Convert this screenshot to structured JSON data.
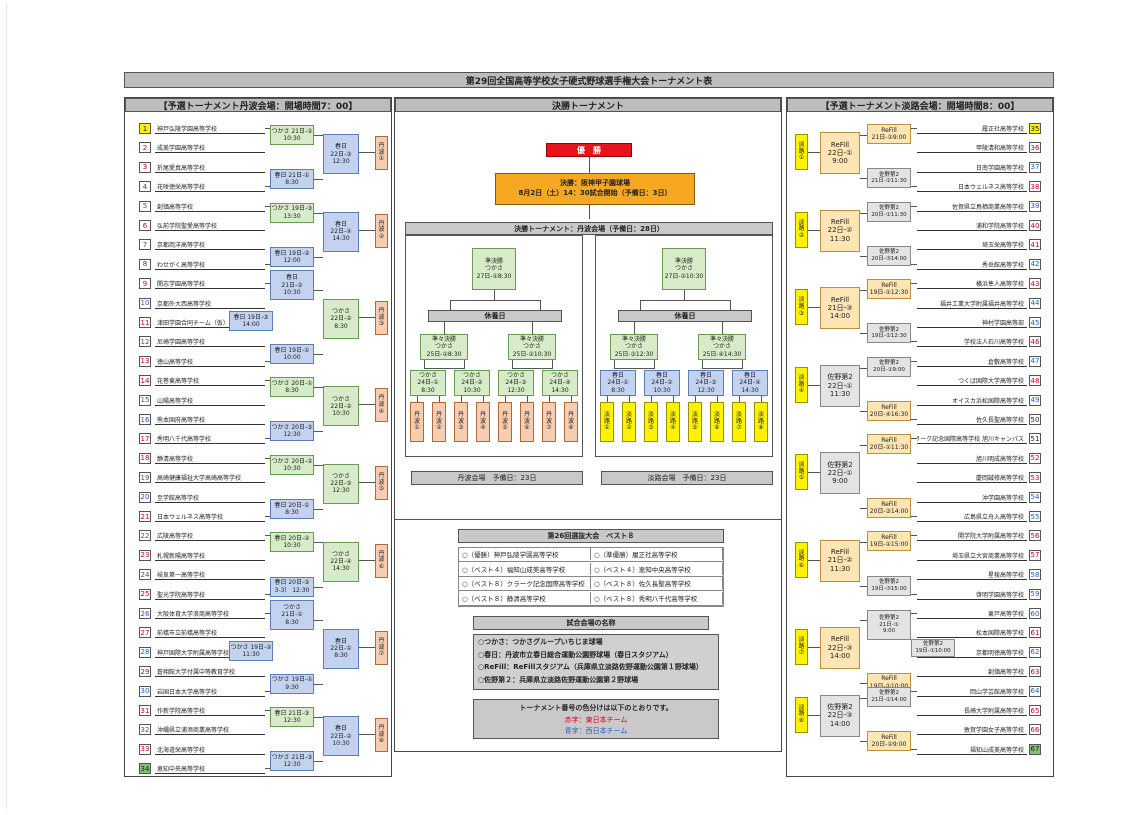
{
  "title": "第29回全国高等学校女子硬式野球選手権大会トーナメント表",
  "left_header": "【予選トーナメント丹波会場：開場時間7：00】",
  "center_header": "決勝トーナメント",
  "right_header": "【予選トーナメント淡路会場：開場時間8：00】",
  "left_schools": [
    {
      "n": "1",
      "name": "神戸弘陵学園高等学校",
      "c": "yel"
    },
    {
      "n": "2",
      "name": "成美学園高等学校",
      "c": "red"
    },
    {
      "n": "3",
      "name": "折尾愛真高等学校",
      "c": "red"
    },
    {
      "n": "4",
      "name": "花咲徳栄高等学校",
      "c": "red"
    },
    {
      "n": "5",
      "name": "創価高等学校",
      "c": "blue"
    },
    {
      "n": "6",
      "name": "弘前学院聖愛高等学校",
      "c": "red"
    },
    {
      "n": "7",
      "name": "京都両洋高等学校",
      "c": "blue"
    },
    {
      "n": "8",
      "name": "わせがく高等学校",
      "c": "red"
    },
    {
      "n": "9",
      "name": "開志学園高等学校",
      "c": "red"
    },
    {
      "n": "10",
      "name": "京都外大西高等学校",
      "c": "blue"
    },
    {
      "n": "11",
      "name": "津田学園合同チーム（仮）",
      "c": "red"
    },
    {
      "n": "12",
      "name": "尼崎学園高等学校",
      "c": "blue"
    },
    {
      "n": "13",
      "name": "徳山高等学校",
      "c": "red"
    },
    {
      "n": "14",
      "name": "花巻東高等学校",
      "c": "red"
    },
    {
      "n": "15",
      "name": "山陽高等学校",
      "c": "blue"
    },
    {
      "n": "16",
      "name": "熊本国府高等学校",
      "c": "blue"
    },
    {
      "n": "17",
      "name": "秀明八千代高等学校",
      "c": "red"
    },
    {
      "n": "18",
      "name": "静清高等学校",
      "c": "red"
    },
    {
      "n": "19",
      "name": "高崎健康福祉大学高崎高等学校",
      "c": "blue"
    },
    {
      "n": "20",
      "name": "至学館高等学校",
      "c": "blue"
    },
    {
      "n": "21",
      "name": "日本ウェルネス高等学校",
      "c": "red"
    },
    {
      "n": "22",
      "name": "広陵高等学校",
      "c": "blue"
    },
    {
      "n": "23",
      "name": "札幌新陽高等学校",
      "c": "red"
    },
    {
      "n": "24",
      "name": "岐阜第一高等学校",
      "c": "blue"
    },
    {
      "n": "25",
      "name": "聖光学院高等学校",
      "c": "red"
    },
    {
      "n": "26",
      "name": "大阪体育大学浪商高等学校",
      "c": "blue"
    },
    {
      "n": "27",
      "name": "前橋市立前橋高等学校",
      "c": "red"
    },
    {
      "n": "28",
      "name": "神戸国際大学附属高等学校",
      "c": "blue"
    },
    {
      "n": "29",
      "name": "蒼翔館大学付属中等教育学校",
      "c": "red"
    },
    {
      "n": "30",
      "name": "岩国日本大学高等学校",
      "c": "blue"
    },
    {
      "n": "31",
      "name": "作新学院高等学校",
      "c": "red"
    },
    {
      "n": "32",
      "name": "沖縄県立浦添商業高等学校",
      "c": "blue"
    },
    {
      "n": "33",
      "name": "北海道栄高等学校",
      "c": "red"
    },
    {
      "n": "34",
      "name": "恵知中央高等学校",
      "c": "grn"
    }
  ],
  "right_schools": [
    {
      "n": "35",
      "name": "履正社高等学校",
      "c": "yel"
    },
    {
      "n": "36",
      "name": "甲陵清和高等学校",
      "c": "red"
    },
    {
      "n": "37",
      "name": "日南学園高等学校",
      "c": "blue"
    },
    {
      "n": "38",
      "name": "日本ウェルネス高等学校",
      "c": "red"
    },
    {
      "n": "39",
      "name": "佐賀県立鳥栖商業高等学校",
      "c": "blue"
    },
    {
      "n": "40",
      "name": "浦和学院高等学校",
      "c": "red"
    },
    {
      "n": "41",
      "name": "埼玉栄高等学校",
      "c": "red"
    },
    {
      "n": "42",
      "name": "秀岳館高等学校",
      "c": "blue"
    },
    {
      "n": "43",
      "name": "横浜隼人高等学校",
      "c": "red"
    },
    {
      "n": "44",
      "name": "福井工業大学附属福井高等学校",
      "c": "blue"
    },
    {
      "n": "45",
      "name": "神村学園高等部",
      "c": "blue"
    },
    {
      "n": "46",
      "name": "学校法人石川高等学校",
      "c": "red"
    },
    {
      "n": "47",
      "name": "倉敷高等学校",
      "c": "blue"
    },
    {
      "n": "48",
      "name": "つくば国際大学高等学校",
      "c": "red"
    },
    {
      "n": "49",
      "name": "オイスカ浜松国際高等学校",
      "c": "blue"
    },
    {
      "n": "50",
      "name": "佐久長聖高等学校",
      "c": ""
    },
    {
      "n": "51",
      "name": "クラーク記念国際高等学校 旭川キャンパス",
      "c": ""
    },
    {
      "n": "52",
      "name": "旭川明成高等学校",
      "c": "red"
    },
    {
      "n": "53",
      "name": "慶岡誠修高等学校",
      "c": "red"
    },
    {
      "n": "54",
      "name": "沖学園高等学校",
      "c": "blue"
    },
    {
      "n": "55",
      "name": "広島県立舟入高等学校",
      "c": "blue"
    },
    {
      "n": "56",
      "name": "開学院大学附属高等学校",
      "c": "red"
    },
    {
      "n": "57",
      "name": "埼玉県立大宮商業高等学校",
      "c": "red"
    },
    {
      "n": "58",
      "name": "星稜高等学校",
      "c": "blue"
    },
    {
      "n": "59",
      "name": "啓明学園高等学校",
      "c": "blue"
    },
    {
      "n": "60",
      "name": "東戸高等学校",
      "c": "blue"
    },
    {
      "n": "61",
      "name": "松本国際高等学校",
      "c": "red"
    },
    {
      "n": "62",
      "name": "京都明徳高等学校",
      "c": "blue"
    },
    {
      "n": "63",
      "name": "創価高等学校",
      "c": "red"
    },
    {
      "n": "64",
      "name": "岡山学芸館高等学校",
      "c": "blue"
    },
    {
      "n": "65",
      "name": "長崎大学附属高等学校",
      "c": "red"
    },
    {
      "n": "66",
      "name": "敦賀学園女子高等学校",
      "c": "red"
    },
    {
      "n": "67",
      "name": "福知山成美高等学校",
      "c": "grn"
    }
  ],
  "left_groups": [
    {
      "sub1": [
        "つかさ 21日-②",
        "10:30"
      ],
      "sub2": [
        "春日 21日-①",
        "8:30"
      ],
      "main": [
        "春日",
        "22日-③",
        "12:30"
      ],
      "tag": [
        "丹",
        "波",
        "①"
      ]
    },
    {
      "sub1": [
        "つかさ 19日-③",
        "13:30"
      ],
      "sub2": [
        "春日 19日-②",
        "12:00"
      ],
      "main": [
        "春日",
        "22日-④",
        "14:30"
      ],
      "tag": [
        "丹",
        "波",
        "②"
      ]
    },
    {
      "sub1": [
        "春日",
        "21日-②",
        "10:30"
      ],
      "sub2": [
        "春日 19日-①",
        "10:00"
      ],
      "sub3": [
        "春日 19日-③",
        "14:00"
      ],
      "main": [
        "つかさ",
        "22日-②",
        "8:30"
      ],
      "tag": [
        "丹",
        "波",
        "③"
      ]
    },
    {
      "sub1": [
        "つかさ 20日-①",
        "8:30"
      ],
      "sub2": [
        "つかさ 20日-③",
        "12:30"
      ],
      "main": [
        "つかさ",
        "22日-②",
        "10:30"
      ],
      "tag": [
        "丹",
        "波",
        "④"
      ]
    },
    {
      "sub1": [
        "つかさ 20日-②",
        "10:30"
      ],
      "sub2": [
        "春日 20日-①",
        "8:30"
      ],
      "main": [
        "つかさ",
        "22日-③",
        "12:30"
      ],
      "tag": [
        "丹",
        "波",
        "⑤"
      ]
    },
    {
      "sub1": [
        "春日 20日-②",
        "10:30"
      ],
      "sub2": [
        "春日 20日-③",
        "3-3） 12:30"
      ],
      "main": [
        "つかさ",
        "22日-④",
        "14:30"
      ],
      "tag": [
        "丹",
        "波",
        "⑥"
      ]
    },
    {
      "sub1": [
        "つかさ",
        "21日-①",
        "8:30"
      ],
      "sub2": [
        "つかさ 19日-①",
        "9:30"
      ],
      "sub3": [
        "つかさ 19日-②",
        "11:30"
      ],
      "main": [
        "春日",
        "22日-①",
        "8:30"
      ],
      "tag": [
        "丹",
        "波",
        "⑦"
      ]
    },
    {
      "sub1": [
        "春日 21日-③",
        "12:30"
      ],
      "sub2": [
        "つかさ 21日-③",
        "12:30"
      ],
      "main": [
        "春日",
        "22日-②",
        "10:30"
      ],
      "tag": [
        "丹",
        "波",
        "⑧"
      ]
    }
  ],
  "right_groups": [
    {
      "tag": [
        "淡",
        "路",
        "①"
      ],
      "main": [
        "ReFill",
        "22日-①",
        "9:00"
      ],
      "sub1": [
        "ReFill",
        "21日-①9:00"
      ],
      "sub2": [
        "佐野第2",
        "21日-②11:30"
      ]
    },
    {
      "tag": [
        "淡",
        "路",
        "②"
      ],
      "main": [
        "ReFill",
        "22日-②",
        "11:30"
      ],
      "sub1": [
        "佐野第2",
        "20日-①11:30"
      ],
      "sub2": [
        "佐野第2",
        "20日-③14:00"
      ]
    },
    {
      "tag": [
        "淡",
        "路",
        "③"
      ],
      "main": [
        "ReFill",
        "21日-③",
        "14:00"
      ],
      "sub1": [
        "ReFill",
        "19日-①12:30"
      ],
      "sub2": [
        "佐野第2",
        "19日-②12:30"
      ]
    },
    {
      "tag": [
        "淡",
        "路",
        "④"
      ],
      "main": [
        "佐野第2",
        "22日-①",
        "11:30"
      ],
      "sub1": [
        "佐野第2",
        "20日-①9:00"
      ],
      "sub2": [
        "ReFill",
        "20日-④16:30"
      ]
    },
    {
      "tag": [
        "淡",
        "路",
        "⑤"
      ],
      "main": [
        "佐野第2",
        "22日-①",
        "9:00"
      ],
      "sub1": [
        "ReFill",
        "20日-①11:30"
      ],
      "sub2": [
        "ReFill",
        "20日-③14:00"
      ]
    },
    {
      "tag": [
        "淡",
        "路",
        "⑥"
      ],
      "main": [
        "ReFill",
        "21日-②",
        "11:30"
      ],
      "sub1": [
        "ReFill",
        "19日-①15:00"
      ],
      "sub2": [
        "佐野第2",
        "19日-③15:00"
      ]
    },
    {
      "tag": [
        "淡",
        "路",
        "⑦"
      ],
      "main": [
        "ReFill",
        "22日-③",
        "14:00"
      ],
      "sub1": [
        "佐野第2",
        "21日-①",
        "9:00"
      ],
      "sub3": [
        "佐野第2",
        "19日-①10:00"
      ],
      "sub2": [
        "ReFill",
        "19日-①10:00"
      ]
    },
    {
      "tag": [
        "淡",
        "路",
        "⑧"
      ],
      "main": [
        "佐野第2",
        "22日-③",
        "14:00"
      ],
      "sub1": [
        "佐野第2",
        "21日-②14:00"
      ],
      "sub2": [
        "ReFill",
        "20日-①9:00"
      ]
    }
  ],
  "final": {
    "champion": "優　勝",
    "venue_box": [
      "決勝：阪神甲子園球場",
      "8月2日（土）14：30試合開始（予備日：3日）"
    ],
    "tanba_header": "決勝トーナメント：丹波会場（予備日：28日）",
    "semi": [
      [
        "準決勝",
        "つかさ",
        "27日-①8:30"
      ],
      [
        "準決勝",
        "つかさ",
        "27日-②10:30"
      ]
    ],
    "rest": "休養日",
    "qf": [
      [
        "準々決勝",
        "つかさ",
        "25日-①8:30"
      ],
      [
        "準々決勝",
        "つかさ",
        "25日-②10:30"
      ],
      [
        "準々決勝",
        "つかさ",
        "25日-③12:30"
      ],
      [
        "準々決勝",
        "つかさ",
        "25日-④14:30"
      ]
    ],
    "r16": [
      [
        "つかさ",
        "24日-①",
        "8:30"
      ],
      [
        "つかさ",
        "24日-②",
        "10:30"
      ],
      [
        "つかさ",
        "24日-③",
        "12:30"
      ],
      [
        "つかさ",
        "24日-④",
        "14:30"
      ],
      [
        "春日",
        "24日-①",
        "8:30"
      ],
      [
        "春日",
        "24日-②",
        "10:30"
      ],
      [
        "春日",
        "24日-③",
        "12:30"
      ],
      [
        "春日",
        "24日-④",
        "14:30"
      ]
    ],
    "tanba_tags": [
      "①",
      "②",
      "③",
      "④",
      "⑤",
      "⑥",
      "⑦",
      "⑧"
    ],
    "tanba_label": "丹",
    "tanba_label2": "波",
    "awaji_label": "淡",
    "awaji_label2": "路",
    "tanba_reserve": "丹波会場　予備日：23日",
    "awaji_reserve": "淡路会場　予備日：23日"
  },
  "best8": {
    "title": "第26回選抜大会　ベスト８",
    "rows": [
      [
        "○（優勝）神戸弘陵学園高等学校",
        "○（準優勝）履正社高等学校"
      ],
      [
        "○（ベスト４）福知山成美高等学校",
        "○（ベスト４）恵知中央高等学校"
      ],
      [
        "○（ベスト８）クラーク記念国際高等学校",
        "○（ベスト８）佐久長聖高等学校"
      ],
      [
        "○（ベスト８）静清高等学校",
        "○（ベスト８）秀明八千代高等学校"
      ]
    ]
  },
  "venues": {
    "title": "試合会場の名称",
    "rows": [
      "○つかさ：つかさグループいちじま球場",
      "○春日：丹波市立春日総合運動公園野球場（春日スタジアム）",
      "○ReFill：ReFillスタジアム（兵庫県立淡路佐野運動公園第１野球場）",
      "○佐野第２：兵庫県立淡路佐野運動公園第２野球場"
    ]
  },
  "legend": {
    "title": "トーナメント番号の色分けは以下のとおりです。",
    "red": "赤字：東日本チーム",
    "blue": "青字：西日本チーム"
  },
  "colors": {
    "red": "#d0021b",
    "blue": "#1f5fbf",
    "yellow": "#fff200",
    "green": "#7cc56b"
  }
}
